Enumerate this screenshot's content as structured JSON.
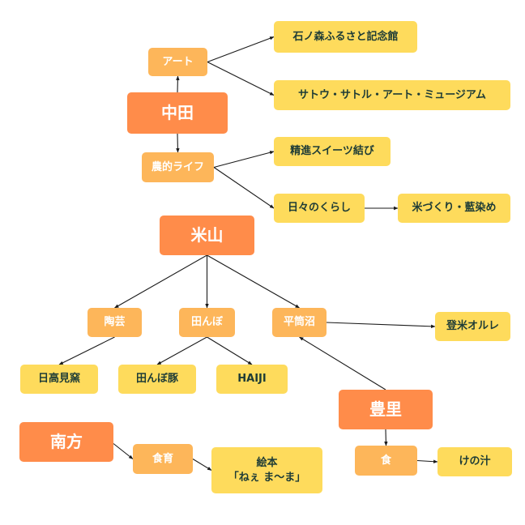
{
  "colors": {
    "area": "#ff8c4a",
    "category": "#fdb65a",
    "spot": "#fedb5c",
    "spot_text": "#1d3b36",
    "edge": "#1a1a1a"
  },
  "nodes": {
    "nakada": "中田",
    "art": "アート",
    "ishinomori": "石ノ森ふるさと記念館",
    "sato_museum": "サトウ・サトル・アート・ミュージアム",
    "farm_life": "農的ライフ",
    "shojin": "精進スイーツ結び",
    "hibi": "日々のくらし",
    "komedukuri": "米づくり・藍染め",
    "yoneyama": "米山",
    "tougei": "陶芸",
    "tanbo": "田んぼ",
    "hirazutsu": "平筒沼",
    "hitakami": "日高見窯",
    "tanbo_buta": "田んぼ豚",
    "haiji": "HAIJI",
    "orle": "登米オルレ",
    "toyosato": "豊里",
    "shoku": "食",
    "kenojiru": "けの汁",
    "minamikata": "南方",
    "shokuiku": "食育",
    "ehon": "絵本\n「ねぇ ま〜ま」"
  },
  "edges": [
    [
      "nakada",
      "art"
    ],
    [
      "art",
      "ishinomori"
    ],
    [
      "art",
      "sato_museum"
    ],
    [
      "nakada",
      "farm_life"
    ],
    [
      "farm_life",
      "shojin"
    ],
    [
      "farm_life",
      "hibi"
    ],
    [
      "hibi",
      "komedukuri"
    ],
    [
      "yoneyama",
      "tougei"
    ],
    [
      "yoneyama",
      "tanbo"
    ],
    [
      "yoneyama",
      "hirazutsu"
    ],
    [
      "tougei",
      "hitakami"
    ],
    [
      "tanbo",
      "tanbo_buta"
    ],
    [
      "tanbo",
      "haiji"
    ],
    [
      "hirazutsu",
      "orle"
    ],
    [
      "toyosato",
      "hirazutsu"
    ],
    [
      "toyosato",
      "shoku"
    ],
    [
      "shoku",
      "kenojiru"
    ],
    [
      "minamikata",
      "shokuiku"
    ],
    [
      "shokuiku",
      "ehon"
    ]
  ]
}
